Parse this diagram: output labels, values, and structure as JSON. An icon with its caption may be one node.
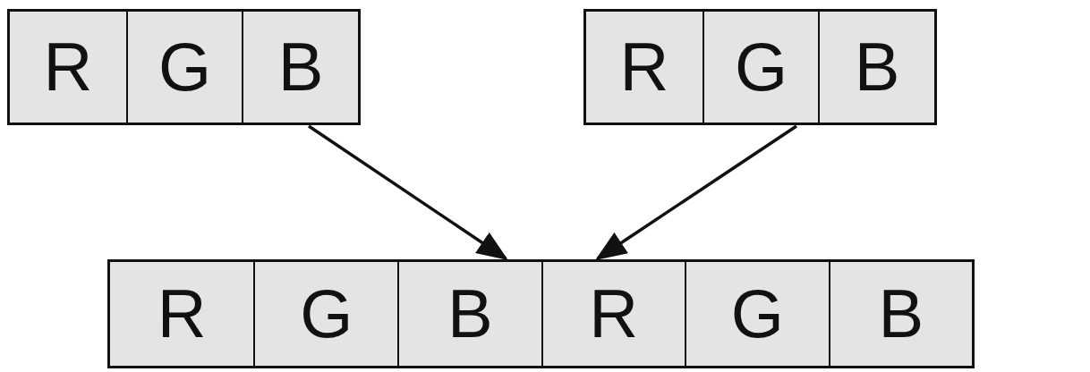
{
  "diagram": {
    "nodes": [
      {
        "text": [],
        "shape": "box"
      },
      {
        "text": [
          "R"
        ],
        "in": 0
      },
      {
        "text": [
          "G"
        ],
        "in": 0
      },
      {
        "text": [
          "B"
        ],
        "in": 0
      },
      {
        "text": [],
        "shape": "box"
      },
      {
        "text": [
          "R"
        ],
        "in": 4
      },
      {
        "text": [
          "G"
        ],
        "in": 4
      },
      {
        "text": [
          "B"
        ],
        "in": 4
      },
      {
        "text": [],
        "shape": "box"
      },
      {
        "text": [
          "R"
        ],
        "in": 8
      },
      {
        "text": [
          "G"
        ],
        "in": 8
      },
      {
        "text": [
          "B"
        ],
        "in": 8
      },
      {
        "text": [
          "R"
        ],
        "in": 8
      },
      {
        "text": [
          "G"
        ],
        "in": 8
      },
      {
        "text": [
          "B"
        ],
        "in": 8
      }
    ],
    "edges": [
      {
        "from": 0,
        "to": 8,
        "arrow": "to"
      },
      {
        "from": 4,
        "to": 8,
        "arrow": "to"
      }
    ]
  }
}
